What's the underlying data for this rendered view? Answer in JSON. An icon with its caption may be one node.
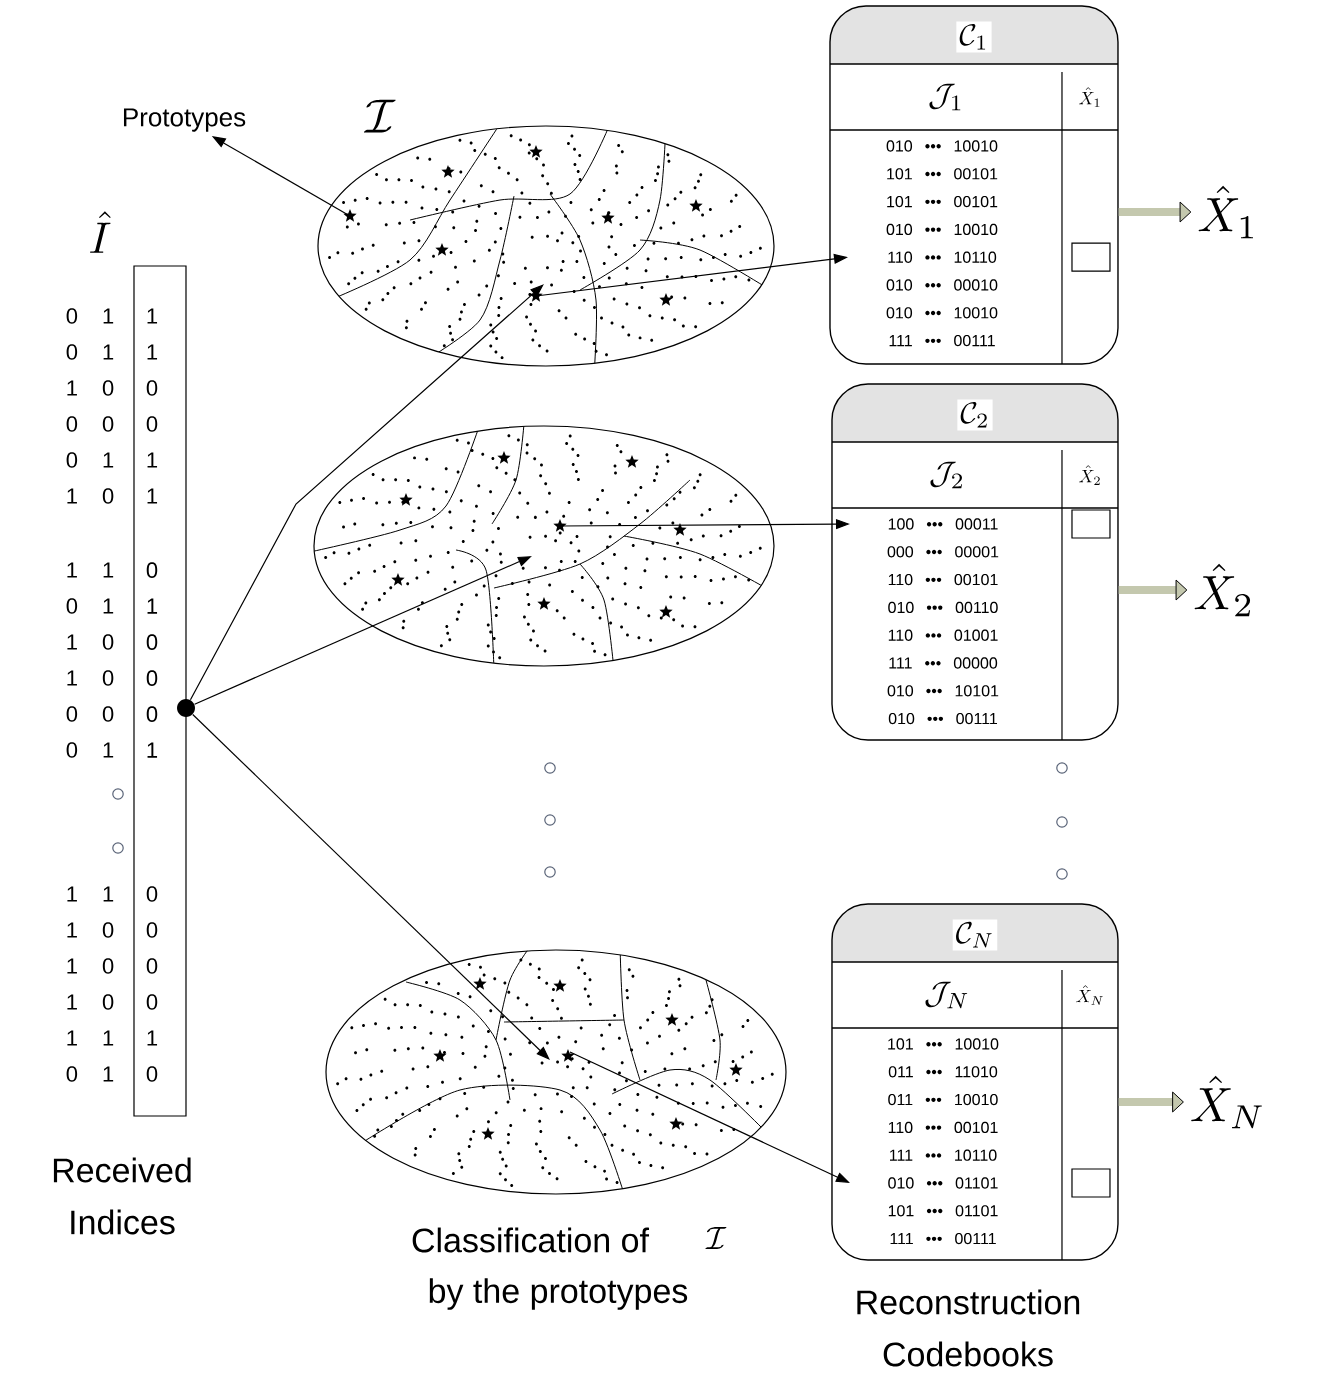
{
  "diagram": {
    "nodes": [
      {
        "text": [
          "\\hat{I}",
          "1 1 0 0 1 1",
          "0 1 0 0 0 1",
          "0 0 0 0 1 0"
        ]
      },
      {
        "text": [],
        "shape": "circle"
      },
      {
        "text": [],
        "shape": "ellipse",
        "beside": [
          "\\mathcal{I}"
        ]
      },
      {
        "text": [],
        "shape": "ellipse"
      },
      {
        "text": [],
        "shape": "ellipse"
      },
      {
        "text": [
          "\\mathcal{C}_1",
          "\\mathcal{J}_1",
          "\\hat{X}_1",
          "010 ••• 10010",
          "101 ••• 00101",
          "101 ••• 00101",
          "010 ••• 10010",
          "110 ••• 10110",
          "010 ••• 00010",
          "010 ••• 10010",
          "111 ••• 00111"
        ]
      },
      {
        "text": [
          "\\mathcal{C}_2",
          "\\mathcal{J}_2",
          "\\hat{X}_2",
          "100 ••• 00011",
          "000 ••• 00001",
          "110 ••• 00101",
          "010 ••• 00110",
          "110 ••• 01001",
          "111 ••• 00000",
          "010 ••• 10101",
          "010 ••• 00111"
        ]
      },
      {
        "text": [
          "\\mathcal{C}_N",
          "\\mathcal{J}_N",
          "\\hat{X}_N",
          "101 ••• 10010",
          "011 ••• 11010",
          "011 ••• 10010",
          "110 ••• 00101",
          "111 ••• 10110",
          "010 ••• 01101",
          "101 ••• 01101",
          "111 ••• 00111"
        ]
      },
      {
        "text": [
          "\\hat{X}_1"
        ]
      },
      {
        "text": [
          "\\hat{X}_2"
        ]
      },
      {
        "text": [
          "\\hat{X}_N"
        ]
      },
      {
        "text": [
          "Prototypes"
        ]
      }
    ],
    "edges": [
      {
        "from": 1,
        "to": 2,
        "arrow": "to"
      },
      {
        "from": 1,
        "to": 3,
        "arrow": "to"
      },
      {
        "from": 1,
        "to": 4,
        "arrow": "to"
      },
      {
        "from": 2,
        "to": 5,
        "arrow": "to"
      },
      {
        "from": 3,
        "to": 6,
        "arrow": "to"
      },
      {
        "from": 4,
        "to": 7,
        "arrow": "to"
      },
      {
        "from": 5,
        "to": 8,
        "arrow": "to",
        "style": "thick",
        "color": "#c4c8ae"
      },
      {
        "from": 6,
        "to": 9,
        "arrow": "to",
        "style": "thick",
        "color": "#c4c8ae"
      },
      {
        "from": 7,
        "to": 10,
        "arrow": "to",
        "style": "thick",
        "color": "#c4c8ae"
      },
      {
        "from": 2,
        "to": 11,
        "arrow": "to"
      }
    ],
    "labels": [
      "0 1",
      "0 1",
      "1 0",
      "0 0",
      "0 1",
      "1 0",
      "1 1",
      "0 1",
      "1 0",
      "1 0",
      "0 0",
      "0 1",
      "1 1",
      "1 0",
      "1 0",
      "1 0",
      "1 1",
      "0 1",
      "Received Indices",
      "Classification of",
      "\\mathcal{I}",
      "by the prototypes",
      "Reconstruction Codebooks"
    ]
  }
}
